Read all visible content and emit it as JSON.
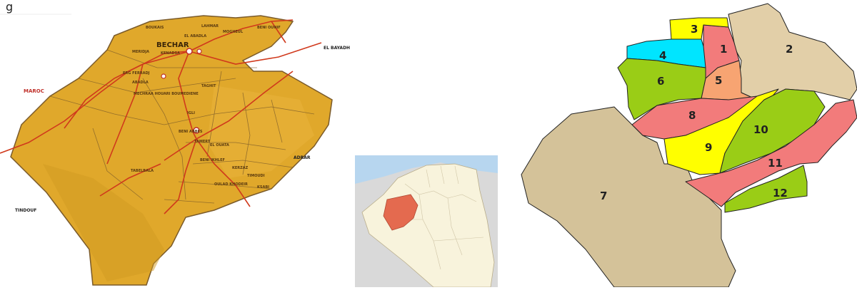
{
  "figure": {
    "label_top_left": "g"
  },
  "map_left": {
    "city_main": "BECHAR",
    "neighbors": {
      "west": "MAROC",
      "east_top": "EL BAYADH",
      "east": "ADRAR",
      "south_west": "TINDOUF"
    },
    "towns": [
      "KENADSA",
      "EL ABADLA",
      "TAGHIT",
      "IGLI",
      "BENI ABBES",
      "EL OUATA",
      "BENI IKHLEF",
      "KERZAZ",
      "TIMOUDI",
      "OULAD KHODEIR",
      "KSABI",
      "TABELBALA",
      "MERIDJA",
      "ERG FERRADJ",
      "ABADLA",
      "MECHRAA HOUARI BOUMEDIENE",
      "TAMERT",
      "BOUKAIS",
      "LAHMAR",
      "MOGHEUL",
      "BENI OUNIF"
    ],
    "colors": {
      "land": "#e0a82b",
      "roads": "#d0391c",
      "boundary": "#7a5a2a",
      "label_red": "#c0302a"
    }
  },
  "map_inset": {
    "colors": {
      "sea": "#b7d6ef",
      "country": "#f8f3dc",
      "neighbors": "#d9d9d9",
      "highlight": "#e46a4f"
    }
  },
  "map_right": {
    "districts": [
      {
        "id": "1",
        "color": "#f27b7b"
      },
      {
        "id": "2",
        "color": "#e2cfa8"
      },
      {
        "id": "3",
        "color": "#ffff00"
      },
      {
        "id": "4",
        "color": "#00e5ff"
      },
      {
        "id": "5",
        "color": "#f7a472"
      },
      {
        "id": "6",
        "color": "#9acd16"
      },
      {
        "id": "7",
        "color": "#d4c299"
      },
      {
        "id": "8",
        "color": "#f27b7b"
      },
      {
        "id": "9",
        "color": "#ffff00"
      },
      {
        "id": "10",
        "color": "#9acd16"
      },
      {
        "id": "11",
        "color": "#f27b7b"
      },
      {
        "id": "12",
        "color": "#9acd16"
      }
    ]
  }
}
